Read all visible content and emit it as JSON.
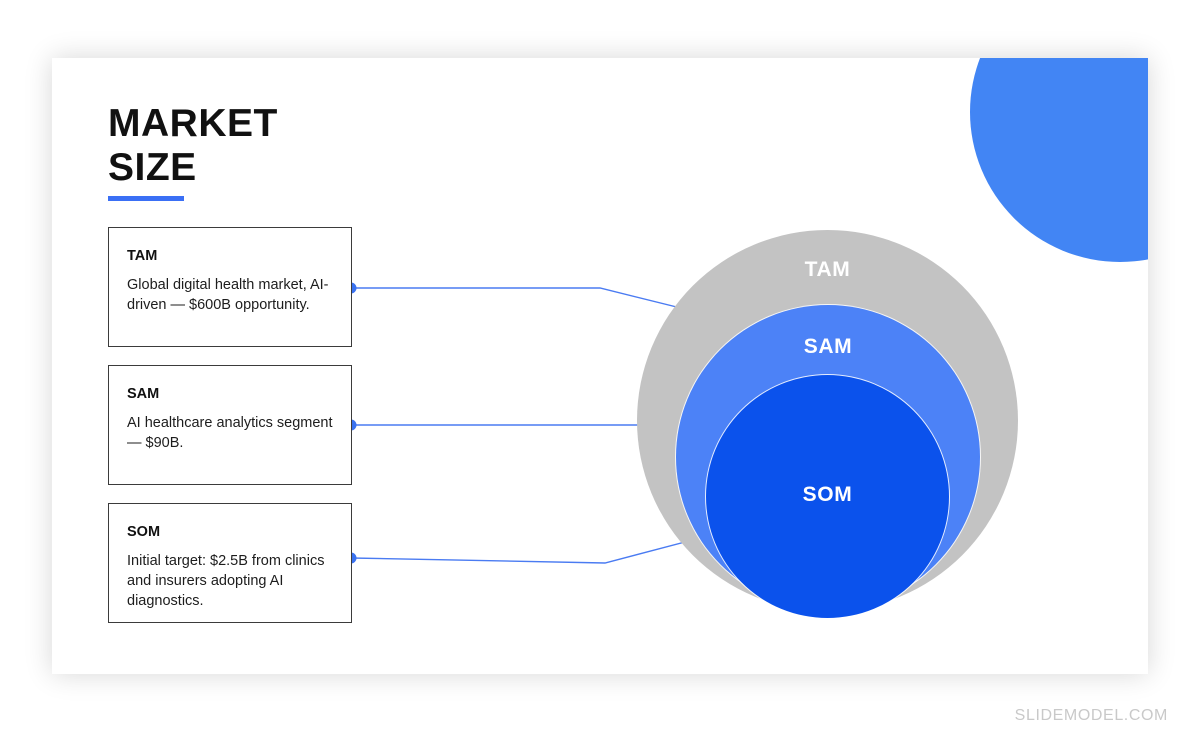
{
  "slide": {
    "title_lines": [
      "MARKET",
      "SIZE"
    ],
    "accent_color": "#3A6FF5",
    "watermark": "SLIDEMODEL.COM"
  },
  "cards": [
    {
      "key": "tam",
      "title": "TAM",
      "body": "Global digital health market, AI-driven — $600B opportunity."
    },
    {
      "key": "sam",
      "title": "SAM",
      "body": "AI healthcare analytics segment — $90B."
    },
    {
      "key": "som",
      "title": "SOM",
      "body": "Initial target: $2.5B from clinics and insurers adopting AI diagnostics."
    }
  ],
  "venn": {
    "labels": {
      "tam": "TAM",
      "sam": "SAM",
      "som": "SOM"
    },
    "colors": {
      "tam": "#C3C3C3",
      "sam": "#4C82F7",
      "som": "#0B52EC"
    }
  },
  "chart_data": {
    "type": "pie",
    "title": "MARKET SIZE",
    "subtitle": "",
    "xlabel": "",
    "ylabel": "",
    "legend_position": "left",
    "grid": false,
    "categories": [
      "TAM",
      "SAM",
      "SOM"
    ],
    "values": [
      600,
      90,
      2.5
    ],
    "units": "USD billions",
    "annotations": [
      "TAM — Global digital health market, AI-driven — $600B opportunity.",
      "SAM — AI healthcare analytics segment — $90B.",
      "SOM — Initial target: $2.5B from clinics and insurers adopting AI diagnostics."
    ],
    "series": [
      {
        "name": "Market size (USD B)",
        "values": [
          600,
          90,
          2.5
        ]
      }
    ]
  }
}
